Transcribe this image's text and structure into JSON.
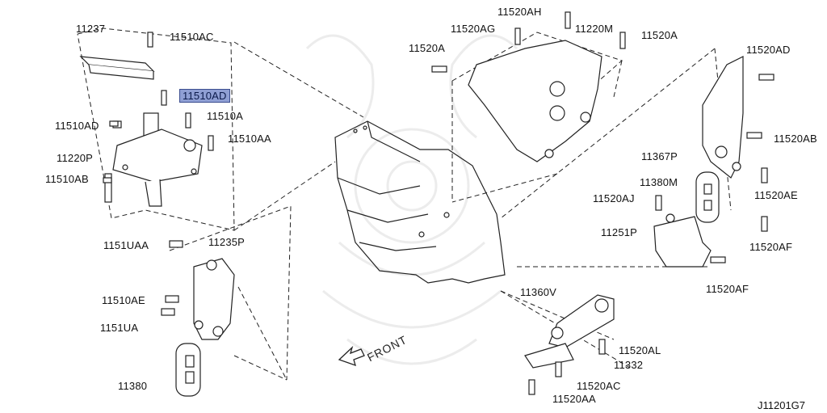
{
  "diagram": {
    "code": "J11201G7",
    "direction_label": "FRONT",
    "highlight_color": "#8f9fd4",
    "labels": {
      "l11237": "11237",
      "l11510ac": "11510AC",
      "l11510ad_hl": "11510AD",
      "l11510a": "11510A",
      "l11510ad": "11510AD",
      "l11510aa": "11510AA",
      "l11220p": "11220P",
      "l11510ab": "11510AB",
      "l1151uaa": "1151UAA",
      "l11235p": "11235P",
      "l11510ae": "11510AE",
      "l1151ua": "1151UA",
      "l11380": "11380",
      "l11520ah": "11520AH",
      "l11520ag": "11520AG",
      "l11220m": "11220M",
      "l11520a_top": "11520A",
      "l11520a_left": "11520A",
      "l11520ad": "11520AD",
      "l11520ab": "11520AB",
      "l11367p": "11367P",
      "l11380m": "11380M",
      "l11520ae": "11520AE",
      "l11520aj": "11520AJ",
      "l11251p": "11251P",
      "l11520af_a": "11520AF",
      "l11520af_b": "11520AF",
      "l11360v": "11360V",
      "l11520al": "11520AL",
      "l11332": "11332",
      "l11520ac": "11520AC",
      "l11520aa": "11520AA"
    }
  }
}
